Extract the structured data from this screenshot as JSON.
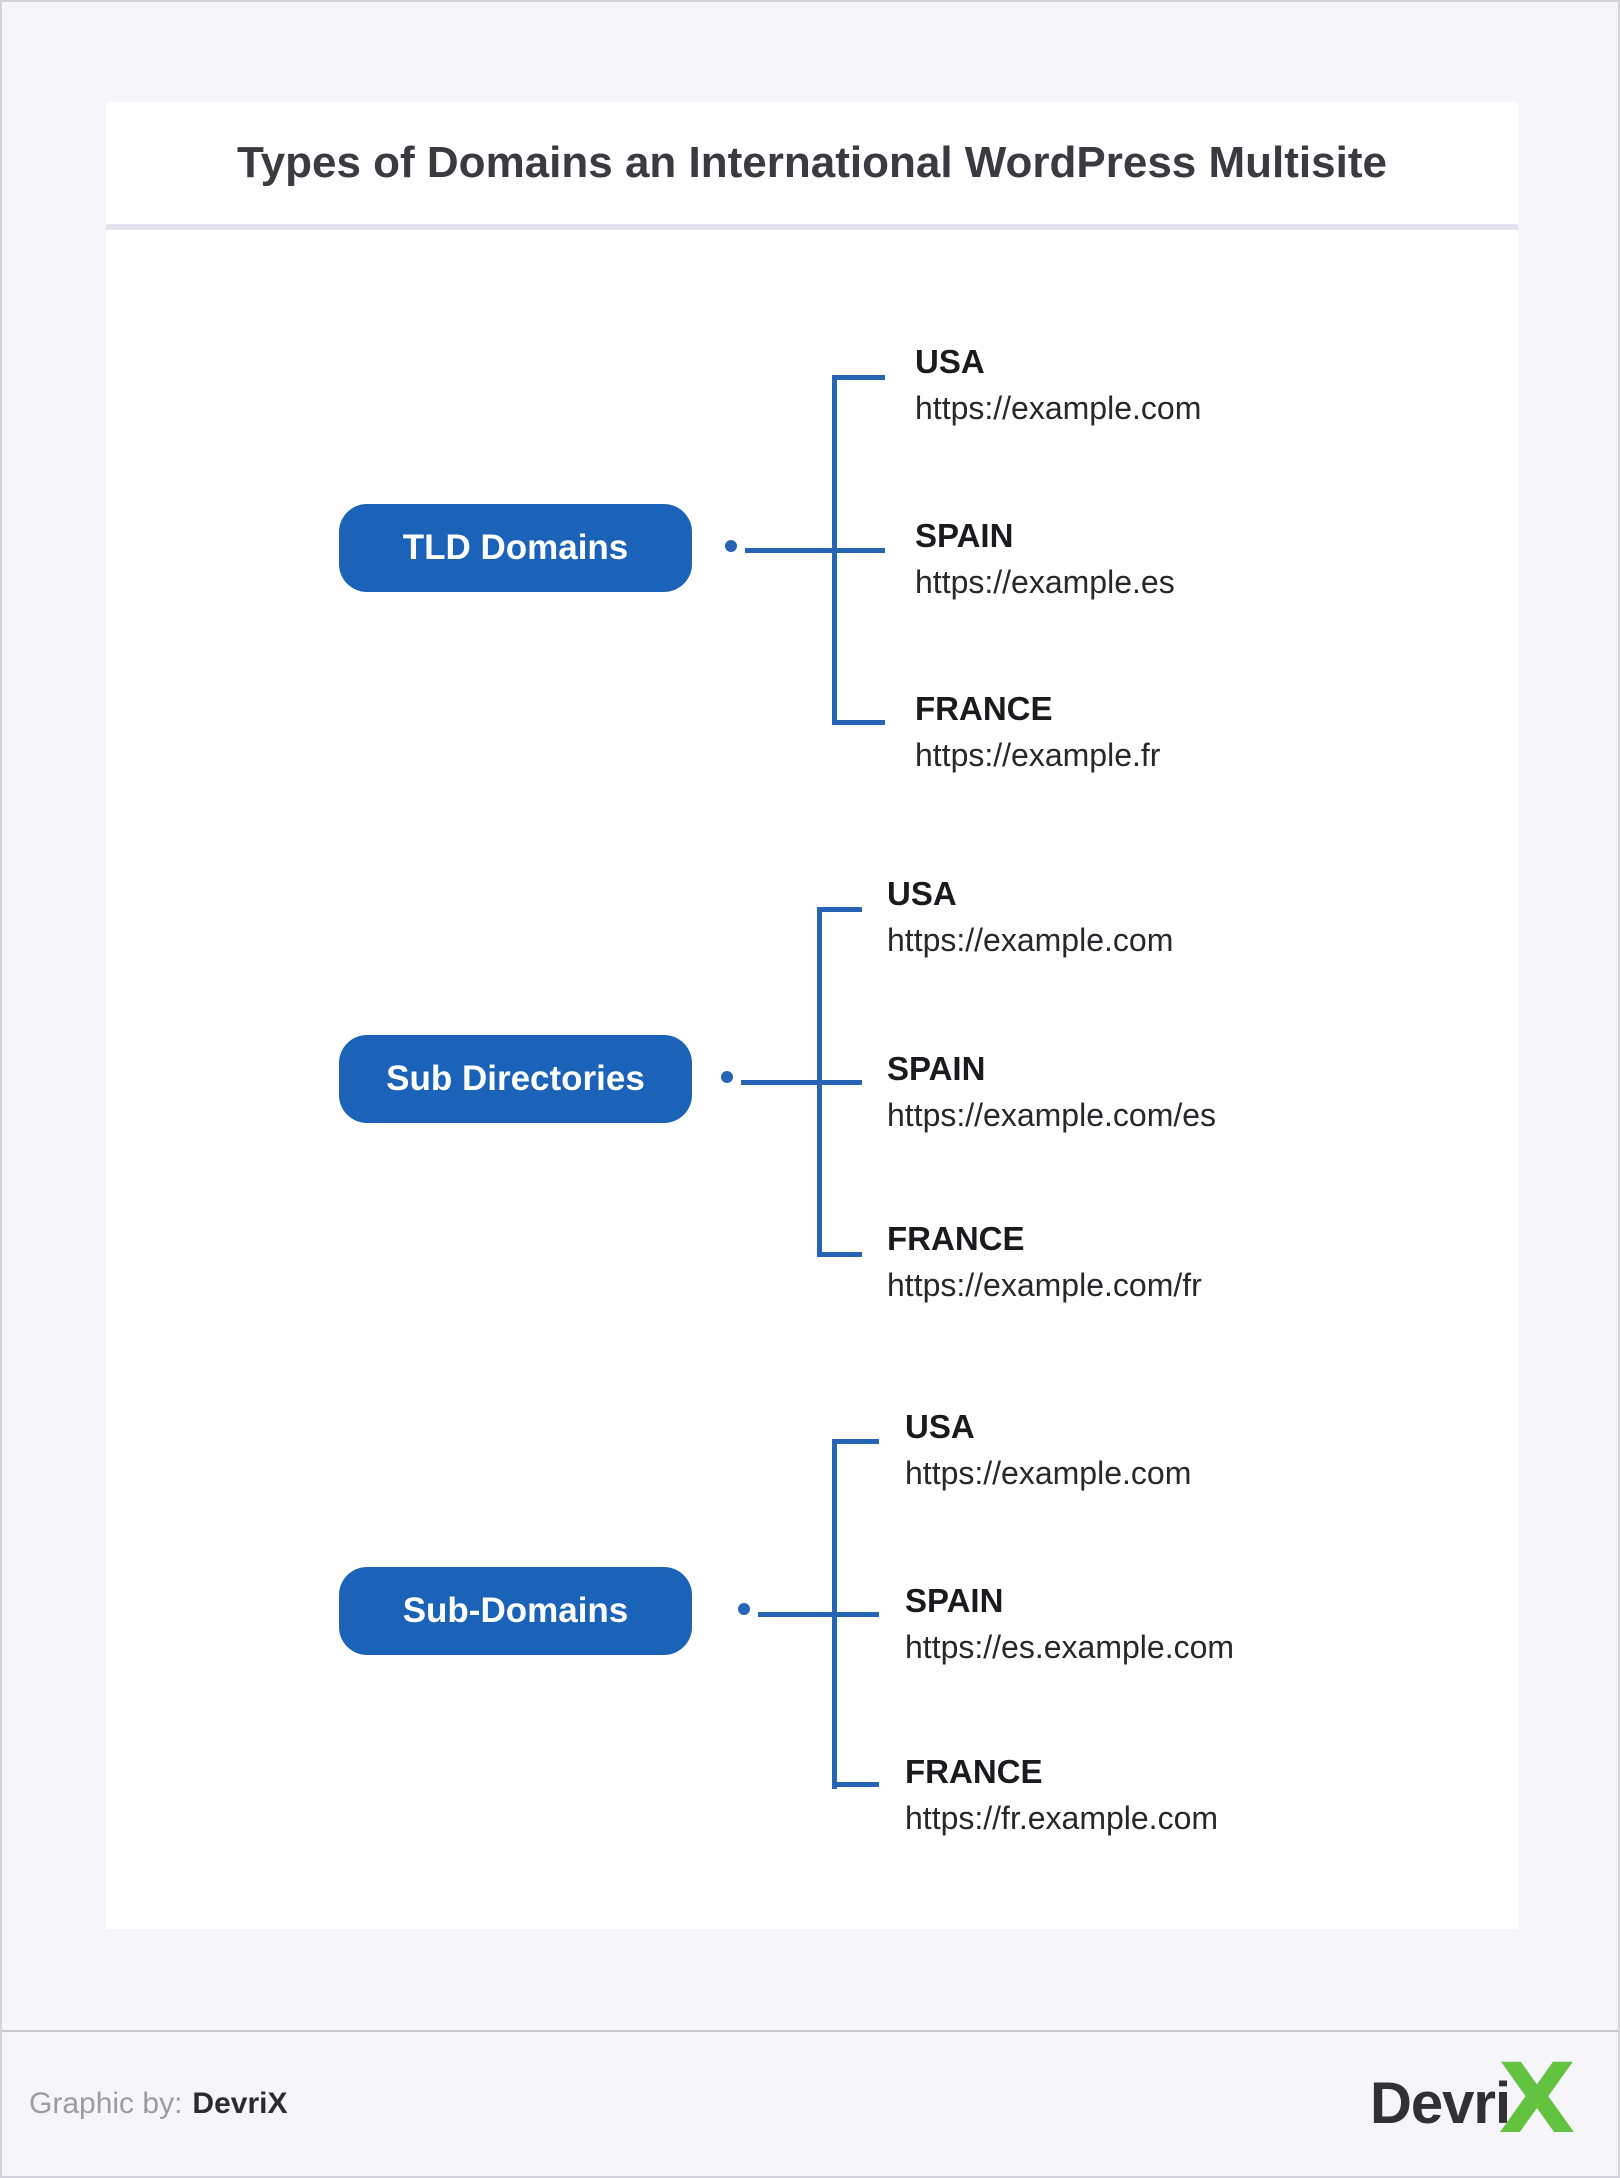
{
  "title": "Types of Domains an International WordPress Multisite",
  "groups": [
    {
      "label": "TLD Domains",
      "items": [
        {
          "country": "USA",
          "url": "https://example.com"
        },
        {
          "country": "SPAIN",
          "url": "https://example.es"
        },
        {
          "country": "FRANCE",
          "url": "https://example.fr"
        }
      ]
    },
    {
      "label": "Sub Directories",
      "items": [
        {
          "country": "USA",
          "url": "https://example.com"
        },
        {
          "country": "SPAIN",
          "url": "https://example.com/es"
        },
        {
          "country": "FRANCE",
          "url": "https://example.com/fr"
        }
      ]
    },
    {
      "label": "Sub-Domains",
      "items": [
        {
          "country": "USA",
          "url": "https://example.com"
        },
        {
          "country": "SPAIN",
          "url": "https://es.example.com"
        },
        {
          "country": "FRANCE",
          "url": "https://fr.example.com"
        }
      ]
    }
  ],
  "footer": {
    "credit_prefix": "Graphic by:",
    "credit_name": "DevriX",
    "logo_text": "Devri",
    "logo_x": "X"
  },
  "colors": {
    "node_blue": "#1b63b8",
    "connector_blue": "#2665b6",
    "logo_green": "#63c341",
    "background": "#f5f5fa"
  }
}
